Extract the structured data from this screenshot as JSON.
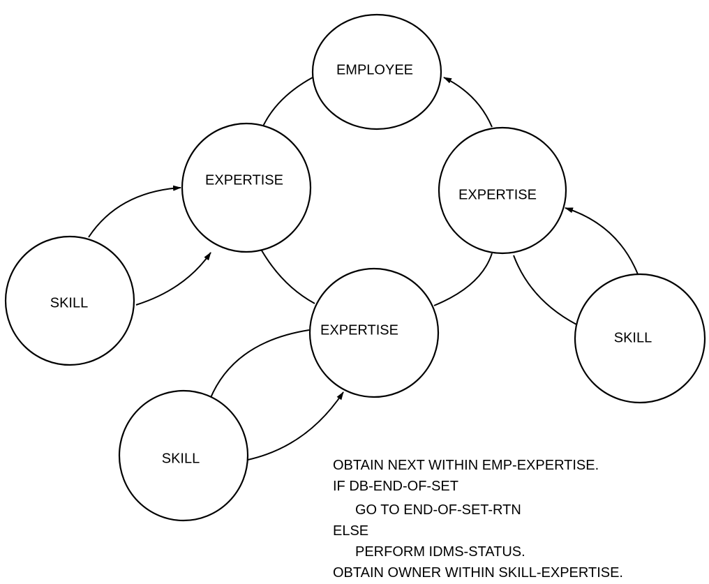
{
  "nodes": {
    "employee": "EMPLOYEE",
    "expertise_left": "EXPERTISE",
    "expertise_right": "EXPERTISE",
    "expertise_bottom": "EXPERTISE",
    "skill_left": "SKILL",
    "skill_right": "SKILL",
    "skill_bottom": "SKILL"
  },
  "code_lines": [
    "OBTAIN NEXT WITHIN EMP-EXPERTISE.",
    "IF DB-END-OF-SET",
    "GO TO END-OF-SET-RTN",
    "ELSE",
    "PERFORM IDMS-STATUS.",
    "OBTAIN OWNER WITHIN SKILL-EXPERTISE."
  ]
}
